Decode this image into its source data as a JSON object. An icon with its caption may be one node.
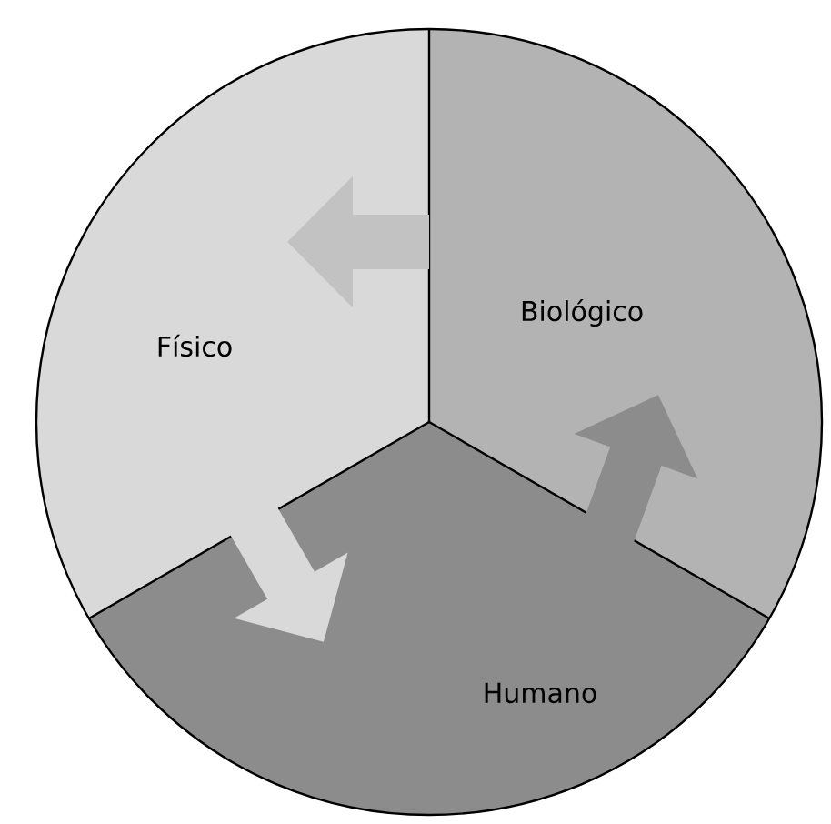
{
  "diagram": {
    "nodes": [
      {
        "text": [
          "Físico"
        ]
      },
      {
        "text": [
          "Biológico"
        ]
      },
      {
        "text": [
          "Humano"
        ]
      }
    ],
    "edges": [
      {
        "from": 1,
        "to": 0,
        "arrow": "to"
      },
      {
        "from": 0,
        "to": 2,
        "arrow": "to"
      },
      {
        "from": 2,
        "to": 1,
        "arrow": "to"
      }
    ]
  }
}
